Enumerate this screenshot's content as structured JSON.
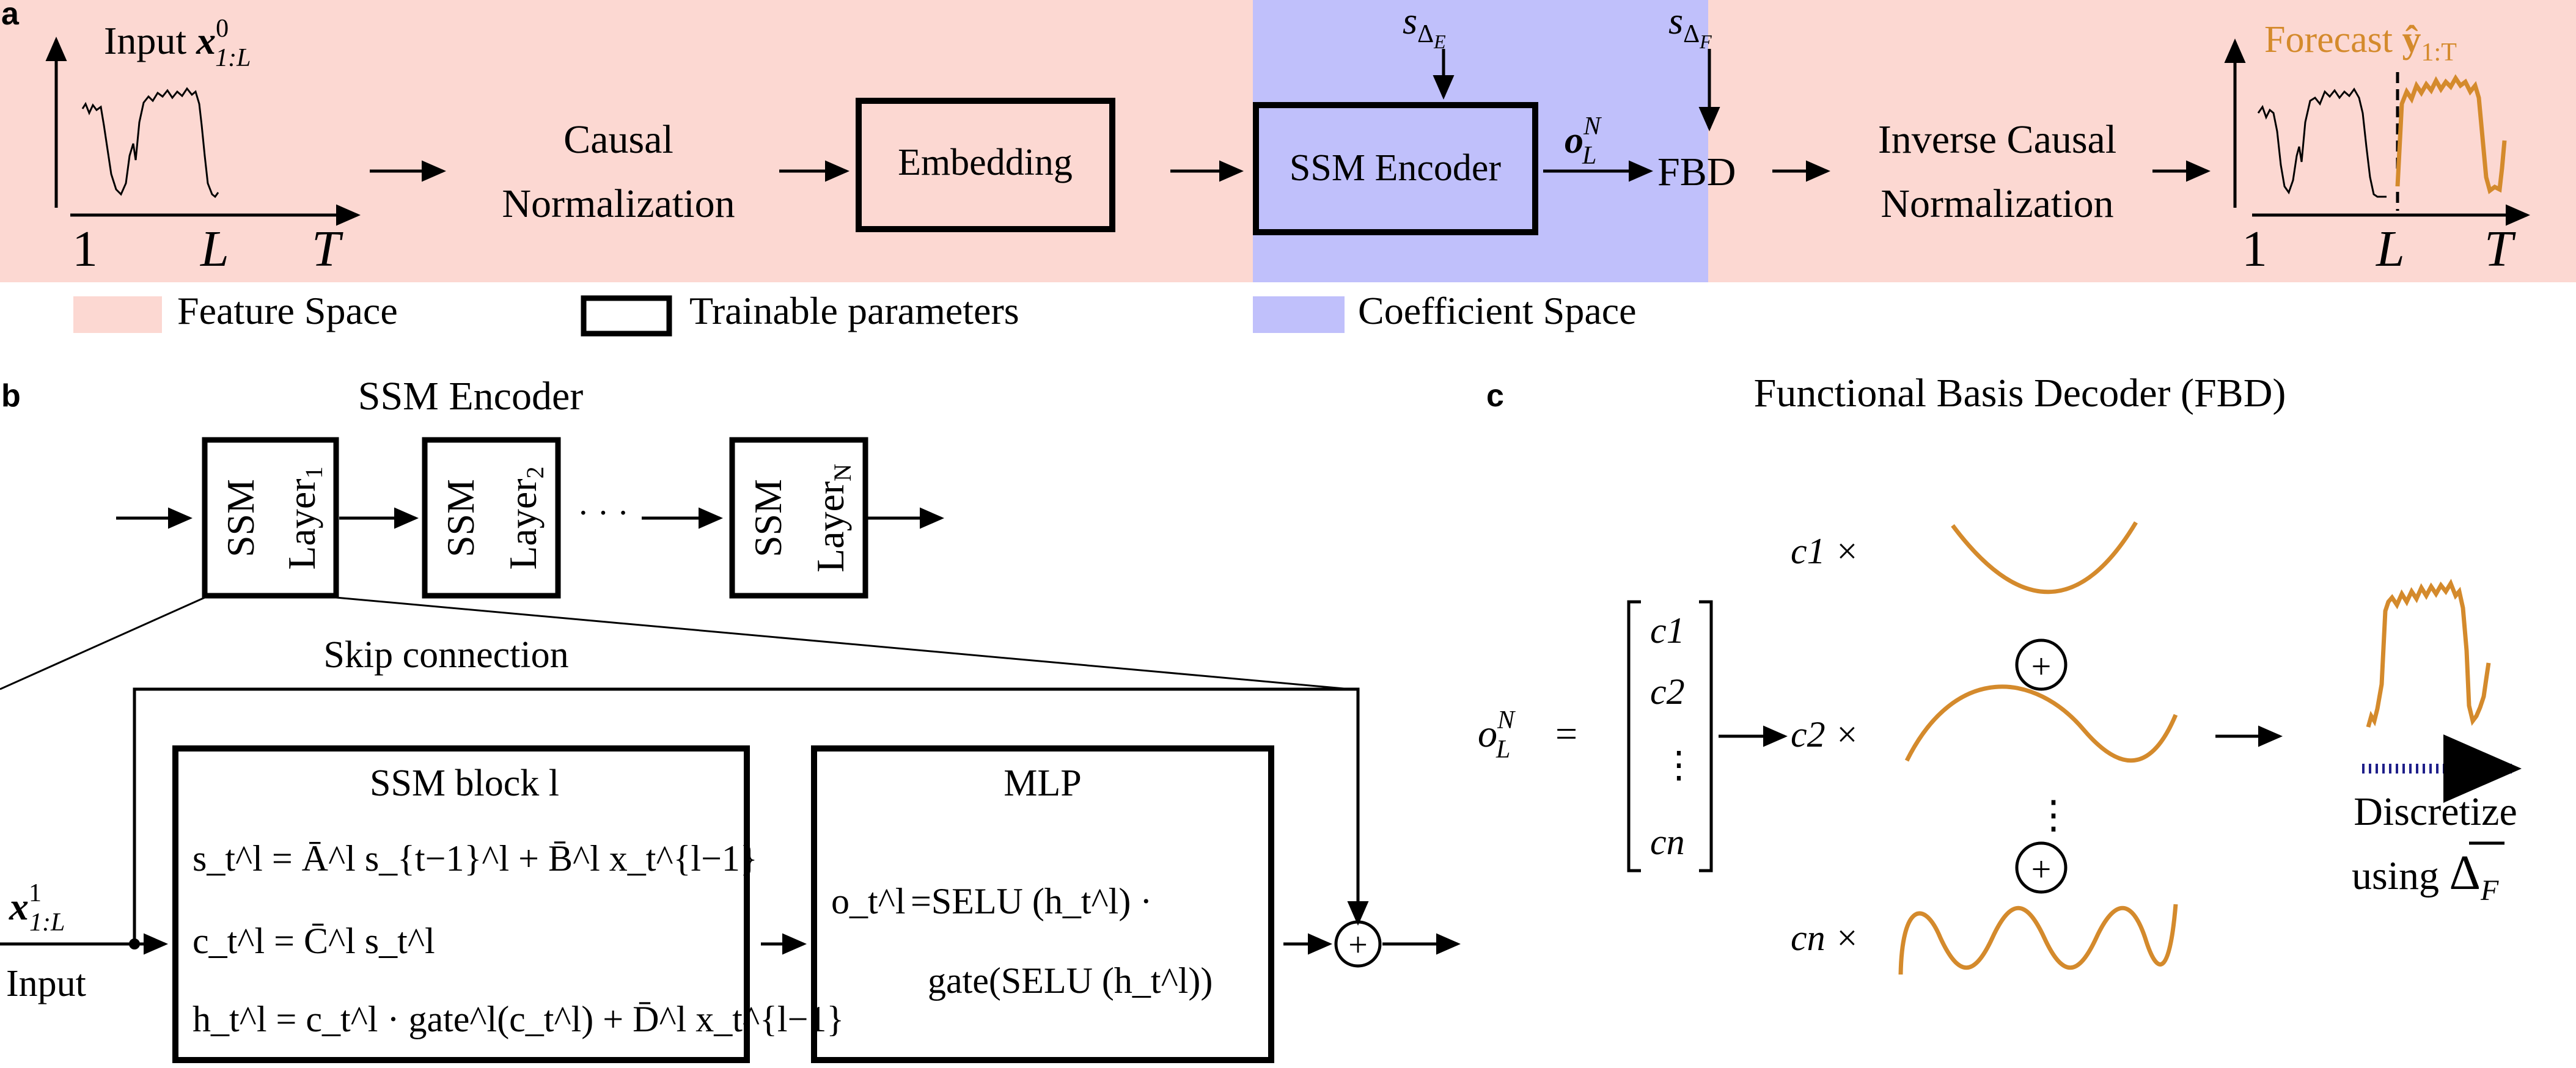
{
  "colors": {
    "feature_space": "#fcd8d2",
    "coefficient_space": "#c0c0fb",
    "forecast": "#d48a2c",
    "decoder_curves": "#d48a2c",
    "discretize_bar": "#1f1f8a",
    "line": "#000000"
  },
  "panel_a": {
    "letter": "a",
    "input_title": "Input",
    "input_symbol_base": "x",
    "input_symbol_sup": "0",
    "input_symbol_sub": "1:L",
    "input_ticks": [
      "1",
      "L",
      "T"
    ],
    "causal_norm_line1": "Causal",
    "causal_norm_line2": "Normalization",
    "embedding": "Embedding",
    "ssm_encoder": "SSM Encoder",
    "s_delta_e_base": "s",
    "s_delta_e_sub": "Δ",
    "s_delta_e_subsub": "E",
    "s_delta_f_base": "s",
    "s_delta_f_sub": "Δ",
    "s_delta_f_subsub": "F",
    "o_label_base": "o",
    "o_label_sup": "N",
    "o_label_sub": "L",
    "fbd": "FBD",
    "inverse_line1": "Inverse Causal",
    "inverse_line2": "Normalization",
    "forecast_title": "Forecast",
    "forecast_symbol_base": "ŷ",
    "forecast_symbol_sub": "1:T",
    "forecast_ticks": [
      "1",
      "L",
      "T"
    ],
    "legend": {
      "feature_space": "Feature Space",
      "trainable": "Trainable parameters",
      "coefficient_space": "Coefficient Space"
    }
  },
  "panel_b": {
    "letter": "b",
    "title": "SSM Encoder",
    "layer_ssm": "SSM",
    "layer_word": "Layer",
    "layer_subs": [
      "1",
      "2",
      "N"
    ],
    "dots": "· · ·",
    "skip_connection": "Skip connection",
    "input_symbol_base": "x",
    "input_symbol_sup": "1",
    "input_symbol_sub": "1:L",
    "input_label": "Input",
    "ssm_block_title": "SSM block l",
    "eq1": "s_t^l = Ā^l s_{t−1}^l + B̄^l x_t^{l−1}",
    "eq2": "c_t^l = C̄^l s_t^l",
    "eq3": "h_t^l = c_t^l · gate^l(c_t^l) + D̄^l x_t^{l−1}",
    "mlp_title": "MLP",
    "mlp_eq1_lhs": "o_t^l",
    "mlp_eq1_rhs": "=SELU (h_t^l) ·",
    "mlp_eq2": "gate(SELU (h_t^l))",
    "plus": "+"
  },
  "panel_c": {
    "letter": "c",
    "title": "Functional Basis Decoder (FBD)",
    "lhs_base": "o",
    "lhs_sup": "N",
    "lhs_sub": "L",
    "equals": "=",
    "vector": [
      "c1",
      "c2",
      "⋮",
      "cn"
    ],
    "coef_labels": [
      "c1 ×",
      "c2 ×",
      "cn ×"
    ],
    "plus": "+",
    "vdots": "⋮",
    "discretize_line1": "Discretize",
    "discretize_line2": "using",
    "delta_bar": "Δ",
    "delta_sub": "F"
  }
}
